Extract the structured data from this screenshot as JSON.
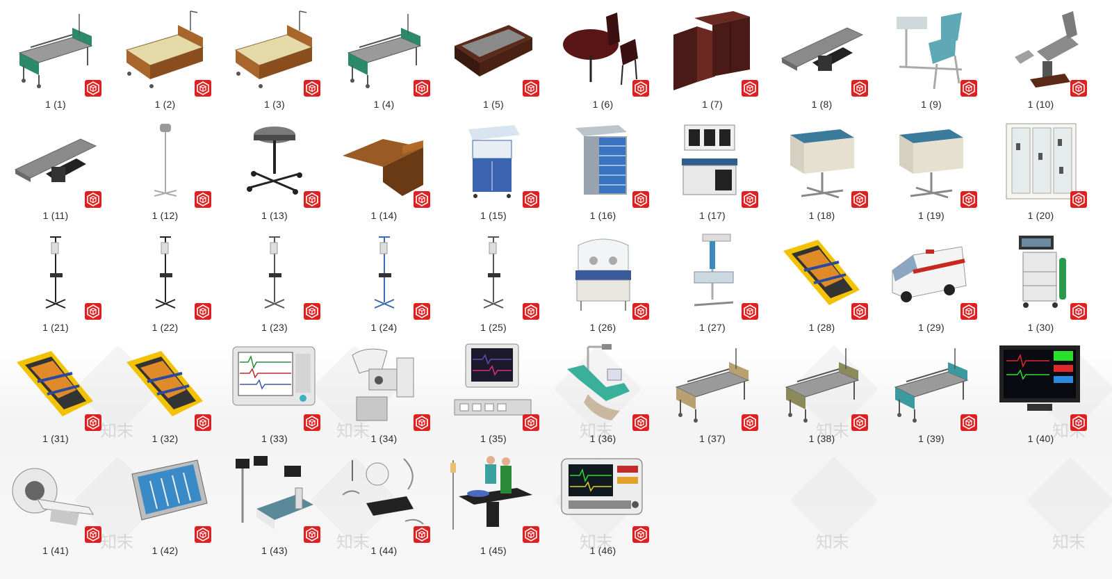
{
  "watermark": {
    "text": "知末"
  },
  "items": [
    {
      "label": "1 (1)",
      "icon": "hospital-bed-icon",
      "color": "#2a8a6a"
    },
    {
      "label": "1 (2)",
      "icon": "wooden-bed-icon",
      "color": "#a9662c"
    },
    {
      "label": "1 (3)",
      "icon": "wooden-bed-icon",
      "color": "#a9662c"
    },
    {
      "label": "1 (4)",
      "icon": "hospital-bed-icon",
      "color": "#2a8a6a"
    },
    {
      "label": "1 (5)",
      "icon": "bed-frame-icon",
      "color": "#5a2a1a"
    },
    {
      "label": "1 (6)",
      "icon": "table-chairs-icon",
      "color": "#4a1414"
    },
    {
      "label": "1 (7)",
      "icon": "cabinet-icon",
      "color": "#4a1a16"
    },
    {
      "label": "1 (8)",
      "icon": "operating-table-icon",
      "color": "#8a8a8a"
    },
    {
      "label": "1 (9)",
      "icon": "blood-chair-icon",
      "color": "#5fa9b6"
    },
    {
      "label": "1 (10)",
      "icon": "exam-chair-icon",
      "color": "#8a8a8a"
    },
    {
      "label": "1 (11)",
      "icon": "operating-table-icon",
      "color": "#8a8a8a"
    },
    {
      "label": "1 (12)",
      "icon": "floor-lamp-icon",
      "color": "#9a9a9a"
    },
    {
      "label": "1 (13)",
      "icon": "stool-icon",
      "color": "#6a6a6a"
    },
    {
      "label": "1 (14)",
      "icon": "overbed-table-icon",
      "color": "#9a5a24"
    },
    {
      "label": "1 (15)",
      "icon": "medical-cart-icon",
      "color": "#3a64b0"
    },
    {
      "label": "1 (16)",
      "icon": "drawer-cart-icon",
      "color": "#3a74c0"
    },
    {
      "label": "1 (17)",
      "icon": "lab-cabinet-icon",
      "color": "#2f5e8e"
    },
    {
      "label": "1 (18)",
      "icon": "bedside-cabinet-icon",
      "color": "#3b7a9a"
    },
    {
      "label": "1 (19)",
      "icon": "bedside-cabinet-icon",
      "color": "#3b7a9a"
    },
    {
      "label": "1 (20)",
      "icon": "glass-cabinet-icon",
      "color": "#dadada"
    },
    {
      "label": "1 (21)",
      "icon": "iv-stand-icon",
      "color": "#222222"
    },
    {
      "label": "1 (22)",
      "icon": "iv-stand-icon",
      "color": "#222222"
    },
    {
      "label": "1 (23)",
      "icon": "iv-stand-icon",
      "color": "#555555"
    },
    {
      "label": "1 (24)",
      "icon": "iv-stand-icon",
      "color": "#3a6ab0"
    },
    {
      "label": "1 (25)",
      "icon": "iv-stand-icon",
      "color": "#555555"
    },
    {
      "label": "1 (26)",
      "icon": "incubator-icon",
      "color": "#cfd8dc"
    },
    {
      "label": "1 (27)",
      "icon": "infant-warmer-icon",
      "color": "#3a8ac0"
    },
    {
      "label": "1 (28)",
      "icon": "stretcher-icon",
      "color": "#f2c200"
    },
    {
      "label": "1 (29)",
      "icon": "ambulance-icon",
      "color": "#c8281e"
    },
    {
      "label": "1 (30)",
      "icon": "anesthesia-machine-icon",
      "color": "#2a9a4a"
    },
    {
      "label": "1 (31)",
      "icon": "stretcher-icon",
      "color": "#f2c200"
    },
    {
      "label": "1 (32)",
      "icon": "stretcher-icon",
      "color": "#f2c200"
    },
    {
      "label": "1 (33)",
      "icon": "patient-monitor-icon",
      "color": "#3a5aa0"
    },
    {
      "label": "1 (34)",
      "icon": "xray-machine-icon",
      "color": "#b0b0b0"
    },
    {
      "label": "1 (35)",
      "icon": "monitor-workstation-icon",
      "color": "#6a4ab0"
    },
    {
      "label": "1 (36)",
      "icon": "dental-chair-icon",
      "color": "#3ab09a"
    },
    {
      "label": "1 (37)",
      "icon": "hospital-bed-icon",
      "color": "#b8a070"
    },
    {
      "label": "1 (38)",
      "icon": "hospital-bed-icon",
      "color": "#8a8a5a"
    },
    {
      "label": "1 (39)",
      "icon": "hospital-bed-icon",
      "color": "#3a9aa0"
    },
    {
      "label": "1 (40)",
      "icon": "vital-monitor-icon",
      "color": "#1a1a1a"
    },
    {
      "label": "1 (41)",
      "icon": "ct-scanner-icon",
      "color": "#a0a0a0"
    },
    {
      "label": "1 (42)",
      "icon": "instrument-tray-icon",
      "color": "#3a8ac8"
    },
    {
      "label": "1 (43)",
      "icon": "icu-room-icon",
      "color": "#5a8a9a"
    },
    {
      "label": "1 (44)",
      "icon": "surgical-light-icon",
      "color": "#6a6a6a"
    },
    {
      "label": "1 (45)",
      "icon": "surgery-scene-icon",
      "color": "#3aa0a0"
    },
    {
      "label": "1 (46)",
      "icon": "defibrillator-icon",
      "color": "#6a6a6a"
    }
  ]
}
